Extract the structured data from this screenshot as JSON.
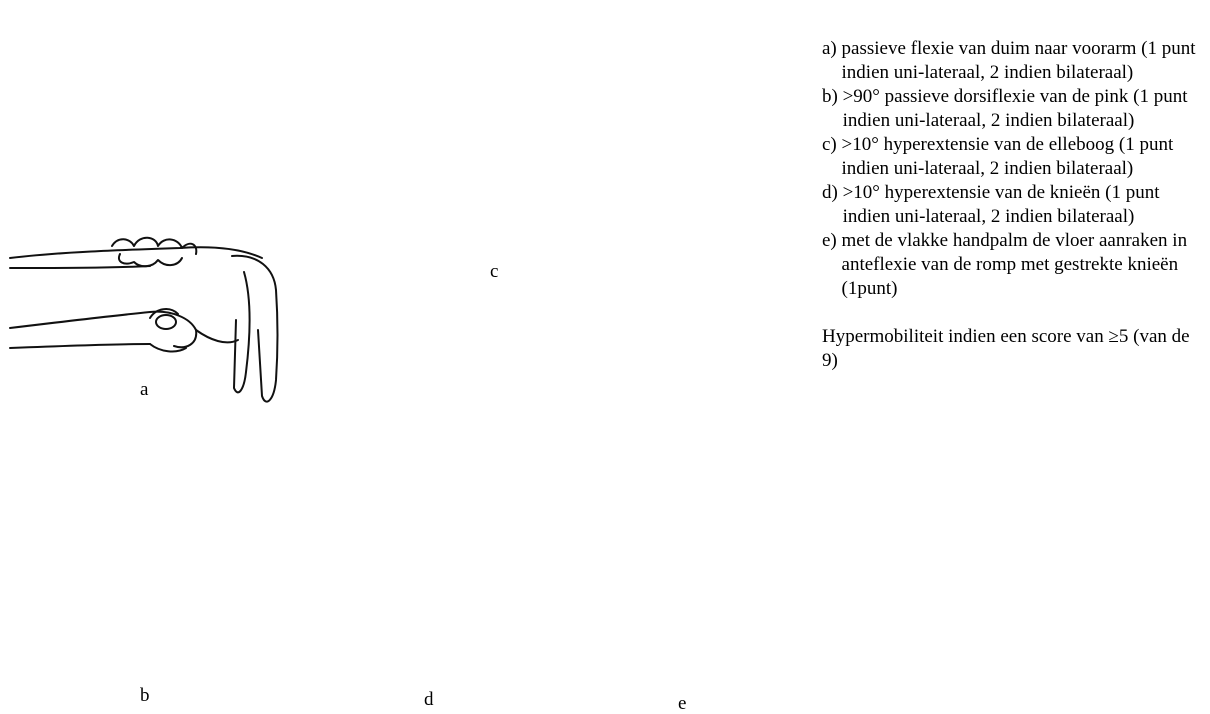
{
  "figures": {
    "a": {
      "label": "a"
    },
    "b": {
      "label": "b"
    },
    "c": {
      "label": "c"
    },
    "d": {
      "label": "d"
    },
    "e": {
      "label": "e"
    }
  },
  "legend": {
    "items": [
      {
        "key": "a) ",
        "text": "passieve flexie van duim naar voorarm (1 punt indien uni-lateraal, 2 indien bilateraal)"
      },
      {
        "key": "b) ",
        "text": ">90° passieve  dorsiflexie van de pink (1 punt indien uni-lateraal, 2 indien bilateraal)"
      },
      {
        "key": "c) ",
        "text": ">10° hyperextensie van de elleboog (1 punt indien uni-lateraal, 2 indien bilateraal)"
      },
      {
        "key": "d) ",
        "text": ">10° hyperextensie van de knieën (1 punt indien uni-lateraal, 2 indien bilateraal)"
      },
      {
        "key": "e) ",
        "text": "met de vlakke handpalm de vloer aanraken in anteflexie van de romp met gestrekte knieën (1punt)"
      }
    ],
    "footer": "Hypermobiliteit indien een score van ≥5 (van de 9)"
  }
}
